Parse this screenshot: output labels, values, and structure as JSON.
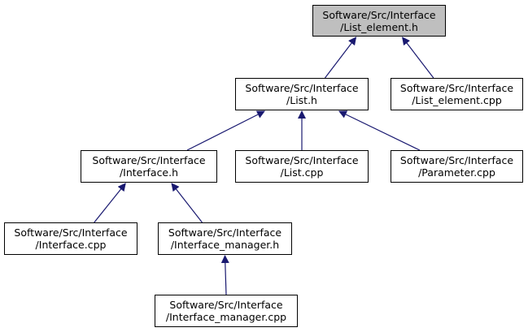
{
  "colors": {
    "root_fill": "#bfbfbf",
    "node_fill": "#ffffff",
    "node_border": "#000000",
    "edge": "#191970"
  },
  "nodes": {
    "list_element_h": {
      "line1": "Software/Src/Interface",
      "line2": "/List_element.h"
    },
    "list_h": {
      "line1": "Software/Src/Interface",
      "line2": "/List.h"
    },
    "list_element_cpp": {
      "line1": "Software/Src/Interface",
      "line2": "/List_element.cpp"
    },
    "interface_h": {
      "line1": "Software/Src/Interface",
      "line2": "/Interface.h"
    },
    "list_cpp": {
      "line1": "Software/Src/Interface",
      "line2": "/List.cpp"
    },
    "parameter_cpp": {
      "line1": "Software/Src/Interface",
      "line2": "/Parameter.cpp"
    },
    "interface_cpp": {
      "line1": "Software/Src/Interface",
      "line2": "/Interface.cpp"
    },
    "interface_manager_h": {
      "line1": "Software/Src/Interface",
      "line2": "/Interface_manager.h"
    },
    "interface_manager_cpp": {
      "line1": "Software/Src/Interface",
      "line2": "/Interface_manager.cpp"
    }
  },
  "edges": [
    {
      "from": "list_h",
      "to": "list_element_h"
    },
    {
      "from": "list_element_cpp",
      "to": "list_element_h"
    },
    {
      "from": "interface_h",
      "to": "list_h"
    },
    {
      "from": "list_cpp",
      "to": "list_h"
    },
    {
      "from": "parameter_cpp",
      "to": "list_h"
    },
    {
      "from": "interface_cpp",
      "to": "interface_h"
    },
    {
      "from": "interface_manager_h",
      "to": "interface_h"
    },
    {
      "from": "interface_manager_cpp",
      "to": "interface_manager_h"
    }
  ]
}
